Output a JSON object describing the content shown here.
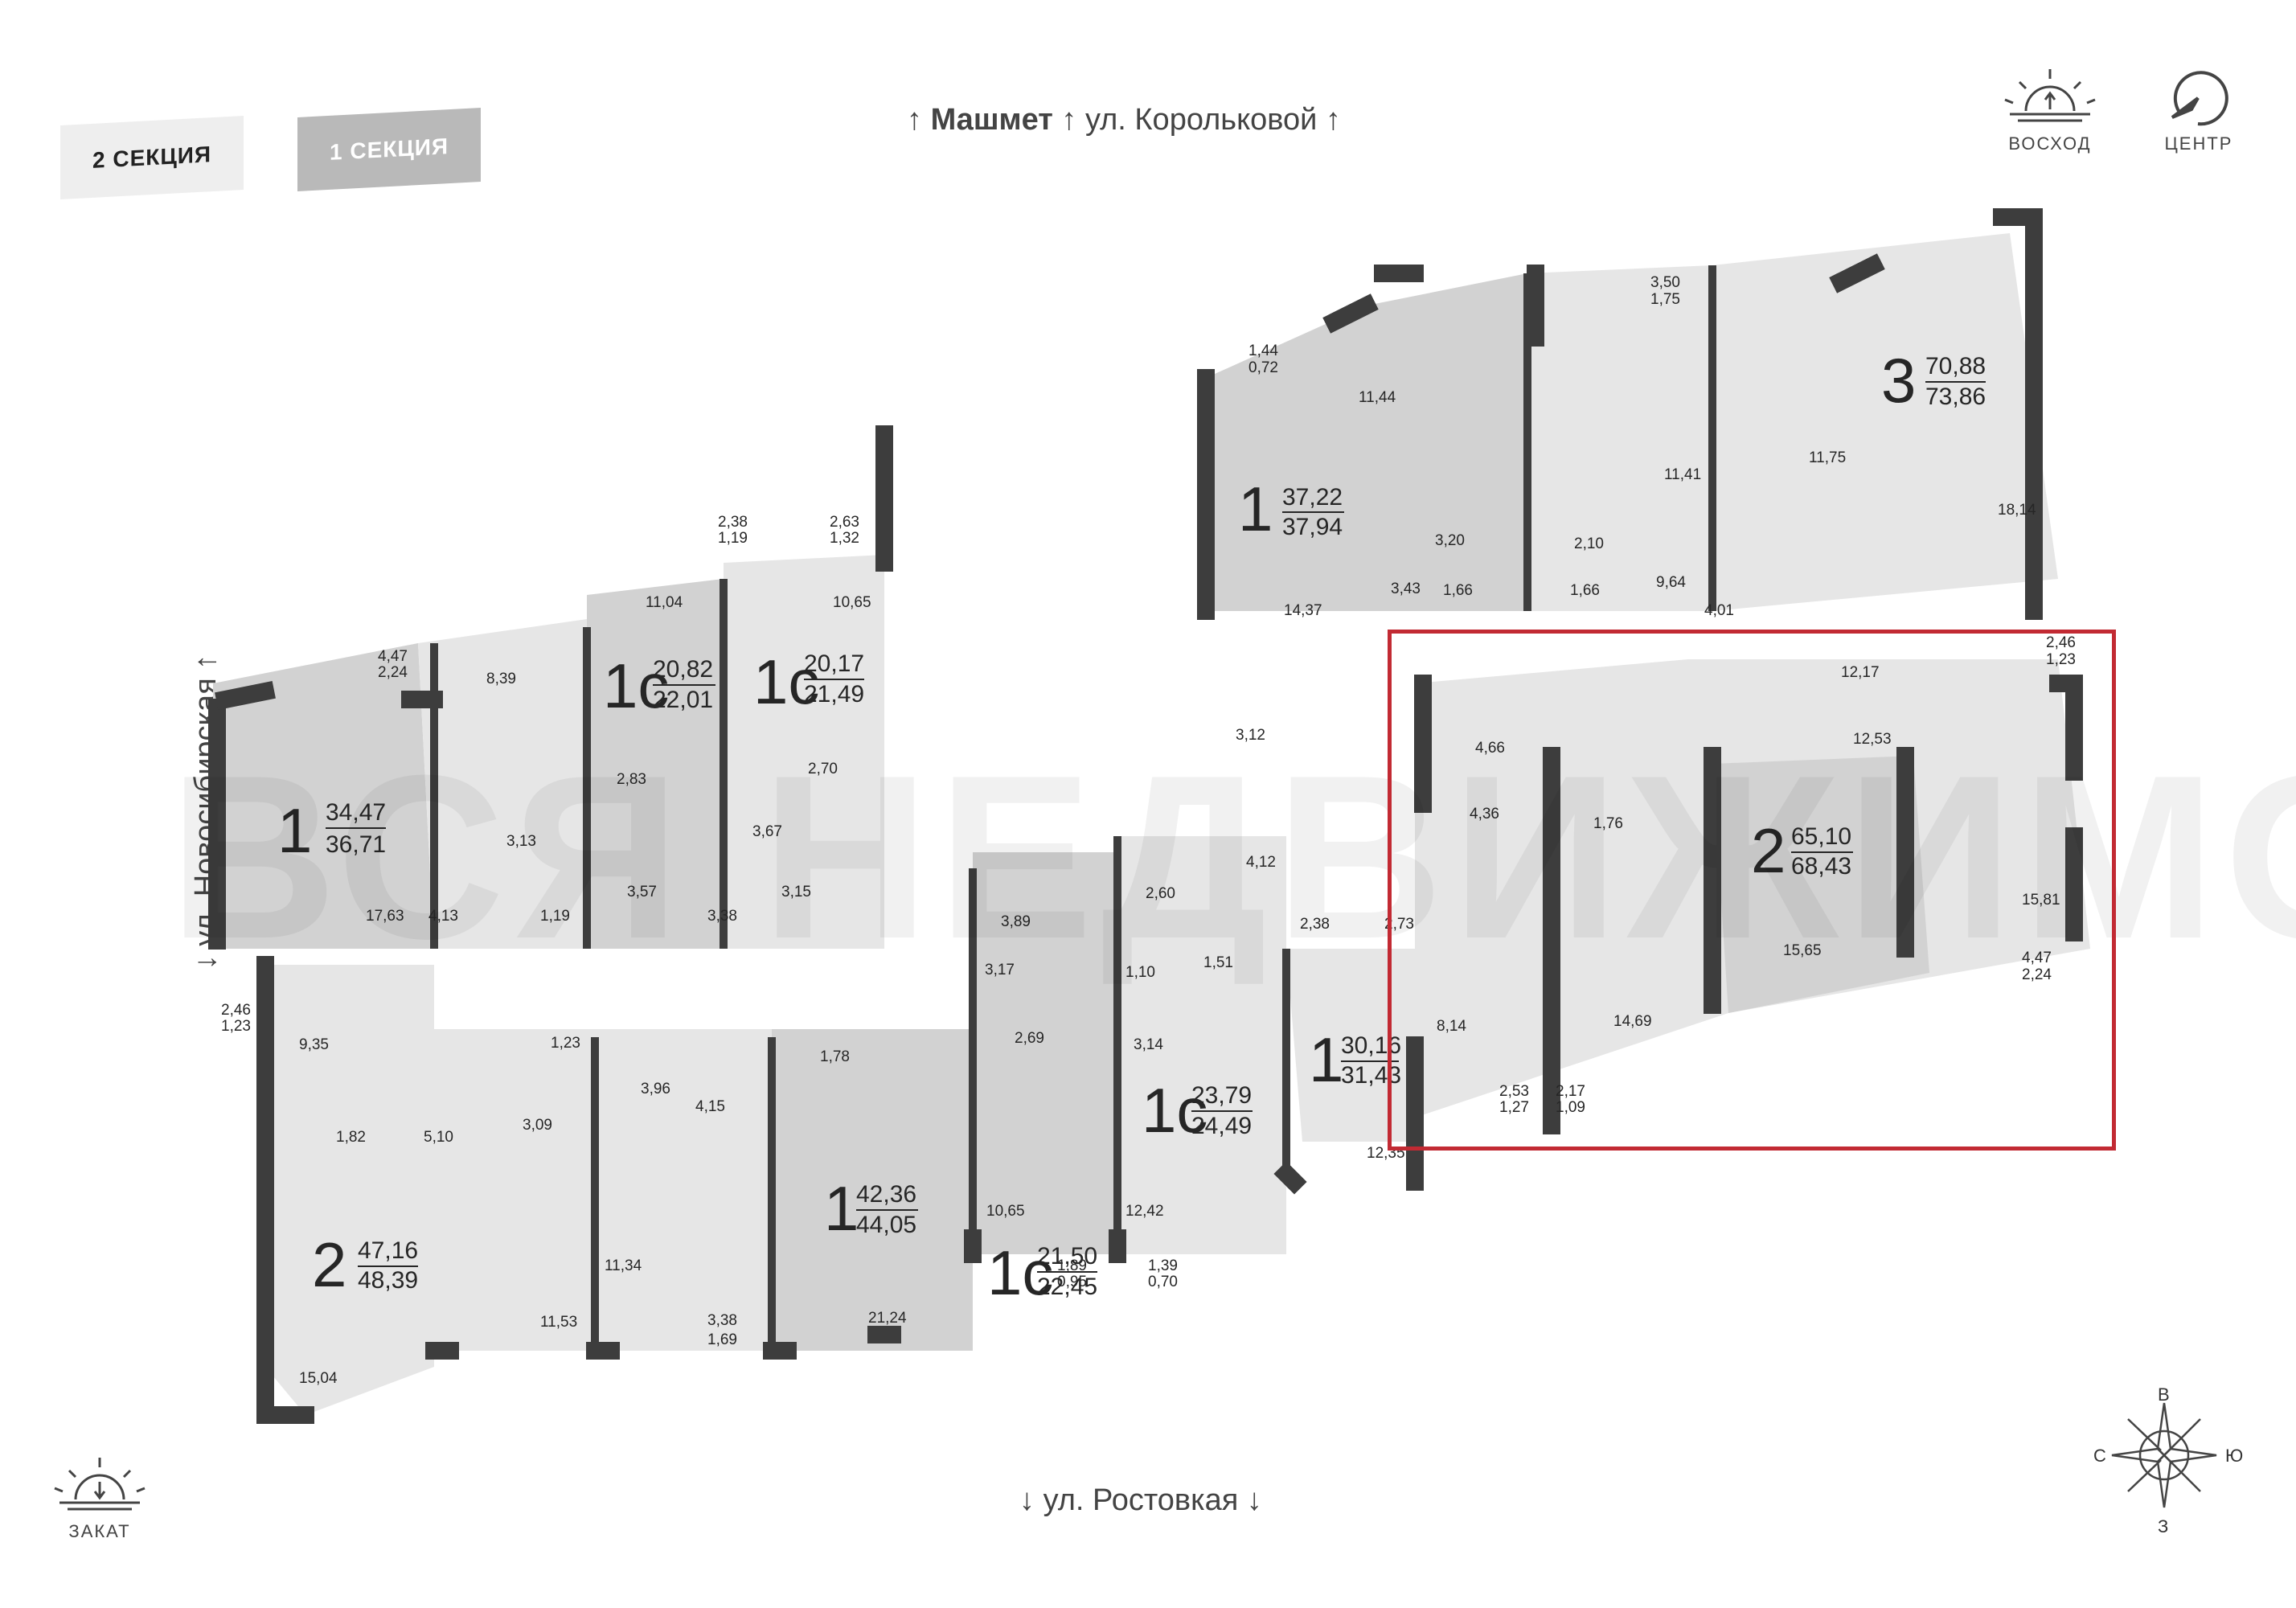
{
  "sections": {
    "section2": "2 СЕКЦИЯ",
    "section1": "1 СЕКЦИЯ"
  },
  "streets": {
    "top_a": "Машмет",
    "top_b": "ул. Корольковой",
    "left": "ул. Новосибирская",
    "bottom": "ул. Ростовкая"
  },
  "icons": {
    "sunrise": "ВОСХОД",
    "center": "ЦЕНТР",
    "sunset": "ЗАКАТ"
  },
  "compass": {
    "n": "В",
    "s": "З",
    "w": "С",
    "e": "Ю"
  },
  "watermark": "ВСЯ НЕДВИЖИМОСТЬ",
  "colors": {
    "highlight": "#c22a33",
    "wall": "#3d3d3d",
    "floor_dark": "#d2d2d2",
    "floor_light": "#e6e6e6"
  },
  "apartments": [
    {
      "id": "a1",
      "rooms": "1",
      "area1": "34,47",
      "area2": "36,71"
    },
    {
      "id": "a2",
      "rooms": "1с",
      "area1": "20,82",
      "area2": "22,01"
    },
    {
      "id": "a3",
      "rooms": "1с",
      "area1": "20,17",
      "area2": "21,49"
    },
    {
      "id": "a4",
      "rooms": "1",
      "area1": "37,22",
      "area2": "37,94"
    },
    {
      "id": "a5",
      "rooms": "3",
      "area1": "70,88",
      "area2": "73,86"
    },
    {
      "id": "a6",
      "rooms": "2",
      "area1": "65,10",
      "area2": "68,43"
    },
    {
      "id": "a7",
      "rooms": "1",
      "area1": "30,16",
      "area2": "31,43"
    },
    {
      "id": "a8",
      "rooms": "1с",
      "area1": "23,79",
      "area2": "24,49"
    },
    {
      "id": "a9",
      "rooms": "1с",
      "area1": "21,50",
      "area2": "22,45"
    },
    {
      "id": "a10",
      "rooms": "1",
      "area1": "42,36",
      "area2": "44,05"
    },
    {
      "id": "a11",
      "rooms": "2",
      "area1": "47,16",
      "area2": "48,39"
    }
  ],
  "room_labels": [
    "4,47",
    "2,24",
    "8,39",
    "17,63",
    "4,13",
    "3,13",
    "1,19",
    "2,46",
    "1,23",
    "9,35",
    "1,82",
    "5,10",
    "15,04",
    "11,53",
    "2,38",
    "1,19",
    "2,63",
    "1,32",
    "11,04",
    "10,65",
    "2,83",
    "3,57",
    "3,38",
    "2,70",
    "3,67",
    "3,15",
    "1,23",
    "3,09",
    "3,96",
    "4,15",
    "11,34",
    "3,38",
    "1,69",
    "1,78",
    "21,24",
    "1,44",
    "0,72",
    "11,44",
    "3,50",
    "1,75",
    "11,41",
    "11,75",
    "18,14",
    "14,37",
    "3,12",
    "3,43",
    "3,20",
    "2,10",
    "1,66",
    "1,66",
    "9,64",
    "4,01",
    "2,46",
    "1,23",
    "12,17",
    "12,53",
    "4,66",
    "4,36",
    "1,76",
    "15,81",
    "15,65",
    "4,47",
    "2,24",
    "14,69",
    "8,14",
    "2,53",
    "1,27",
    "2,17",
    "1,09",
    "4,12",
    "2,38",
    "2,73",
    "12,35",
    "3,89",
    "2,60",
    "3,17",
    "1,10",
    "1,51",
    "2,69",
    "3,14",
    "10,65",
    "1,89",
    "0,95",
    "12,42",
    "1,39",
    "0,70"
  ]
}
